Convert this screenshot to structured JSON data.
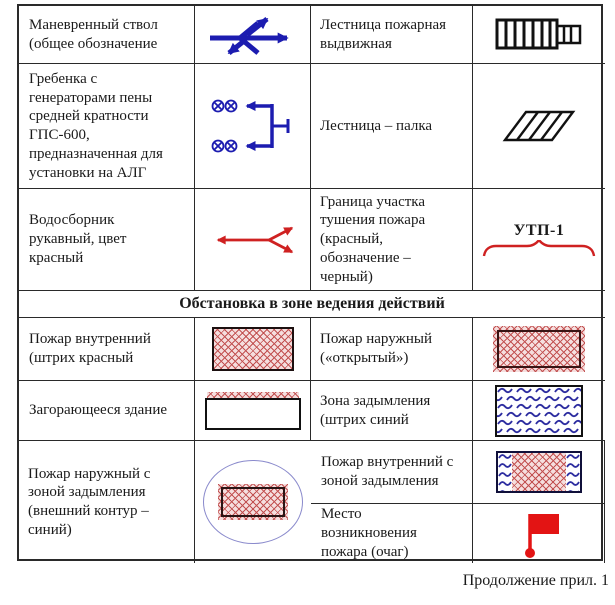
{
  "doc": {
    "footer": "Продолжение прил. 1"
  },
  "colors": {
    "symbol-blue": "#1c1cb0",
    "symbol-red": "#cf2121",
    "flag-red": "#e31414",
    "hatch-line": "#c25151",
    "hatch-bg": "#f5dede",
    "smoke-blue": "#2d2da0",
    "ellipse-blue": "#8a8acc",
    "border-dark": "#2a2a2a"
  },
  "cells": {
    "r1c1": "Маневренный ствол (общее обозначение",
    "r1c3": "Лестница пожарная выдвижная",
    "r2c1": "Гребенка с генераторами пены средней кратности ГПС-600, предназначенная для установки на АЛГ",
    "r2c3": "Лестница – палка",
    "r3c1": "Водосборник рукавный, цвет красный",
    "r3c3": "Граница участка тушения пожара (красный, обозначение – черный)",
    "header": "Обстановка в зоне ведения действий",
    "r4c1": "Пожар внутренний (штрих красный",
    "r4c3": "Пожар наружный («открытый»)",
    "r5c1": "Загорающееся здание",
    "r5c3": "Зона задымления (штрих синий",
    "r6c1": "Пожар внутренний с зоной задымления",
    "r6c3": "Пожар наружный с зоной задымления (внешний контур – синий)",
    "r7c1": "Место возникновения пожара (очаг)",
    "utp_label": "УТП-1"
  },
  "symbols": {
    "r1c2": "maneuverable-nozzle-icon (blue arrows)",
    "r1c4": "extension-fire-ladder-icon (black ladder)",
    "r2c2": "gps600-foam-comb-icon (blue comb with crossed circles)",
    "r2c4": "stick-ladder-icon (black hatched parallelogram)",
    "r3c2": "hose-water-collector-icon (red Y arrow)",
    "r3c4": "utp-boundary-icon (red brace with black label УТП-1)",
    "r4c2": "interior-fire-icon (red crosshatch rectangle)",
    "r4c4": "exterior-fire-icon (red crosshatch rectangle, hatch outside border)",
    "r5c2": "ignition-building-icon (white rectangle, red hatch roof strip)",
    "r5c4": "smoke-zone-icon (rectangle with blue waves)",
    "r6c2": "interior-fire-with-smoke-icon (hatch center, blue waves sides)",
    "r67c4": "exterior-fire-with-smoke-icon (blue ellipse around hatch rectangle)",
    "r7c2": "fire-origin-flag-icon (red flag with dot)"
  }
}
